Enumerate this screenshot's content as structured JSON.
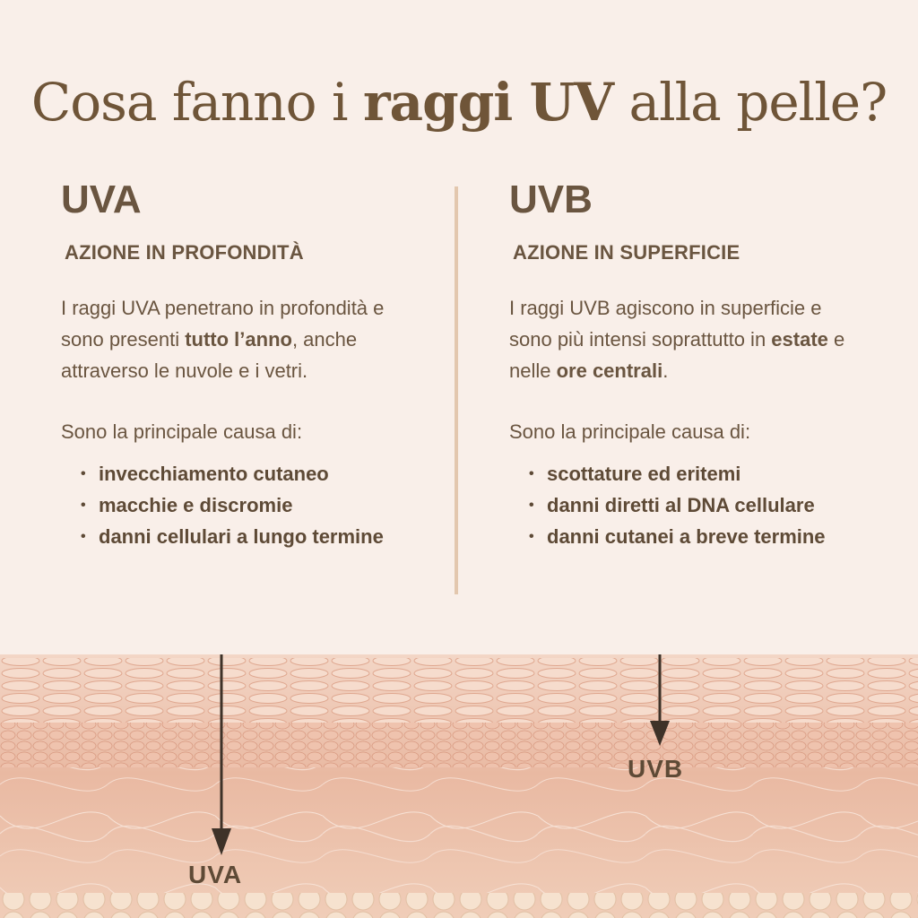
{
  "title": {
    "pre": "Cosa fanno i ",
    "bold": "raggi UV",
    "post": " alla pelle?"
  },
  "uva": {
    "heading": "UVA",
    "subheading": "AZIONE IN PROFONDITÀ",
    "para_a": "I raggi UVA penetrano in profondità e sono presenti ",
    "para_bold": "tutto l’anno",
    "para_b": ", anche attraverso le nuvole e i vetri.",
    "cause": "Sono la principale causa di:",
    "items": [
      "invecchiamento cutaneo",
      "macchie e discromie",
      "danni cellulari a lungo termine"
    ],
    "arrow_label": "UVA"
  },
  "uvb": {
    "heading": "UVB",
    "subheading": "AZIONE IN SUPERFICIE",
    "para_a": "I raggi UVB agiscono in superficie e sono più intensi soprattutto in ",
    "para_bold1": "estate",
    "para_mid": " e nelle ",
    "para_bold2": "ore centrali",
    "para_end": ".",
    "cause": "Sono la principale causa di:",
    "items": [
      "scottature ed eritemi",
      "danni diretti al DNA cellulare",
      "danni cutanei a breve termine"
    ],
    "arrow_label": "UVB"
  },
  "colors": {
    "background": "#f9efe9",
    "text": "#6a5540",
    "divider": "#e3c7ae",
    "skin": "#edc3ae"
  }
}
